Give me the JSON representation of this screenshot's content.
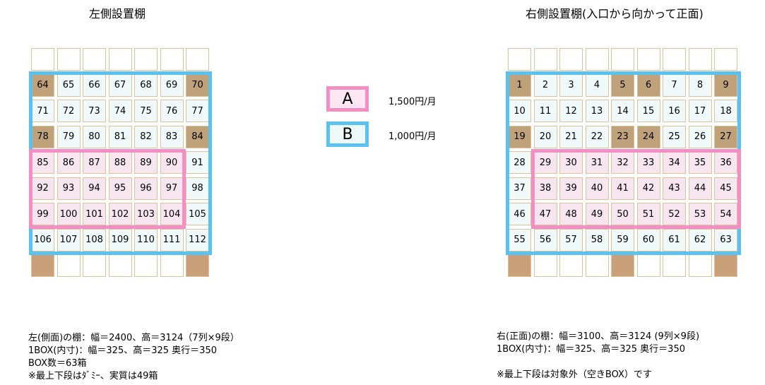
{
  "left_shelf": {
    "title": "左側設置棚",
    "cols": 7,
    "rows": 9,
    "cells": [
      [
        "",
        "",
        "",
        "",
        "",
        "",
        ""
      ],
      [
        "64",
        "65",
        "66",
        "67",
        "68",
        "69",
        "70"
      ],
      [
        "71",
        "72",
        "73",
        "74",
        "75",
        "76",
        "77"
      ],
      [
        "78",
        "79",
        "80",
        "81",
        "82",
        "83",
        "84"
      ],
      [
        "85",
        "86",
        "87",
        "88",
        "89",
        "90",
        "91"
      ],
      [
        "92",
        "93",
        "94",
        "95",
        "96",
        "97",
        "98"
      ],
      [
        "99",
        "100",
        "101",
        "102",
        "103",
        "104",
        "105"
      ],
      [
        "106",
        "107",
        "108",
        "109",
        "110",
        "111",
        "112"
      ],
      [
        "",
        "",
        "",
        "",
        "",
        "",
        ""
      ]
    ],
    "unavailable": [
      "64",
      "70",
      "78",
      "84"
    ],
    "type_a": [
      "85",
      "86",
      "87",
      "88",
      "89",
      "90",
      "92",
      "93",
      "94",
      "95",
      "96",
      "97",
      "99",
      "100",
      "101",
      "102",
      "103",
      "104"
    ],
    "notes": [
      "左(側面)の棚：幅＝2400、高＝3124（7列×9段）",
      "1BOX(内寸)：幅＝325、高＝325 奥行＝350",
      "BOX数＝63箱",
      "※最上下段はﾀﾞﾐｰ、実質は49箱"
    ]
  },
  "right_shelf": {
    "title": "右側設置棚(入口から向かって正面)",
    "cols": 9,
    "rows": 9,
    "cells": [
      [
        "",
        "",
        "",
        "",
        "",
        "",
        "",
        "",
        ""
      ],
      [
        "1",
        "2",
        "3",
        "4",
        "5",
        "6",
        "7",
        "8",
        "9"
      ],
      [
        "10",
        "11",
        "12",
        "13",
        "14",
        "15",
        "16",
        "17",
        "18"
      ],
      [
        "19",
        "20",
        "21",
        "22",
        "23",
        "24",
        "25",
        "26",
        "27"
      ],
      [
        "28",
        "29",
        "30",
        "31",
        "32",
        "33",
        "34",
        "35",
        "36"
      ],
      [
        "37",
        "38",
        "39",
        "40",
        "41",
        "42",
        "43",
        "44",
        "45"
      ],
      [
        "46",
        "47",
        "48",
        "49",
        "50",
        "51",
        "52",
        "53",
        "54"
      ],
      [
        "55",
        "56",
        "57",
        "58",
        "59",
        "60",
        "61",
        "62",
        "63"
      ],
      [
        "",
        "",
        "",
        "",
        "",
        "",
        "",
        "",
        ""
      ]
    ],
    "unavailable": [
      "1",
      "5",
      "6",
      "9",
      "19",
      "23",
      "24",
      "27"
    ],
    "type_a": [
      "29",
      "30",
      "31",
      "32",
      "33",
      "34",
      "35",
      "36",
      "38",
      "39",
      "40",
      "41",
      "42",
      "43",
      "44",
      "45",
      "47",
      "48",
      "49",
      "50",
      "51",
      "52",
      "53",
      "54"
    ],
    "notes": [
      "右(正面)の棚：幅＝3100、高＝3124 (9列×9段)",
      "1BOX(内寸)：幅＝325、高＝325 奥行＝350",
      "",
      "※最上下段は対象外（空きBOX）です"
    ]
  },
  "legend": {
    "a": {
      "label": "A",
      "price": "1,500円/月",
      "color": "#f48fc5"
    },
    "b": {
      "label": "B",
      "price": "1,000円/月",
      "color": "#5bc1ef"
    }
  },
  "colors": {
    "unavailable": "#bfa17a",
    "frame": "#dcc29a"
  }
}
